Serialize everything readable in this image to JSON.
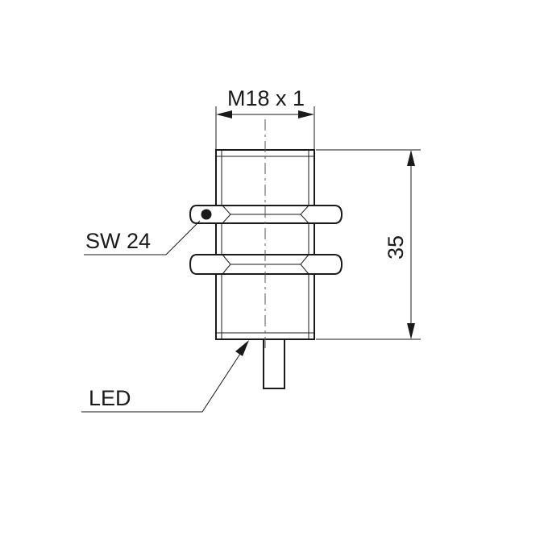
{
  "labels": {
    "thread": "M18 x 1",
    "wrench_size": "SW 24",
    "length": "35",
    "led": "LED"
  },
  "colors": {
    "line": "#1a1a1a",
    "background": "#ffffff"
  }
}
